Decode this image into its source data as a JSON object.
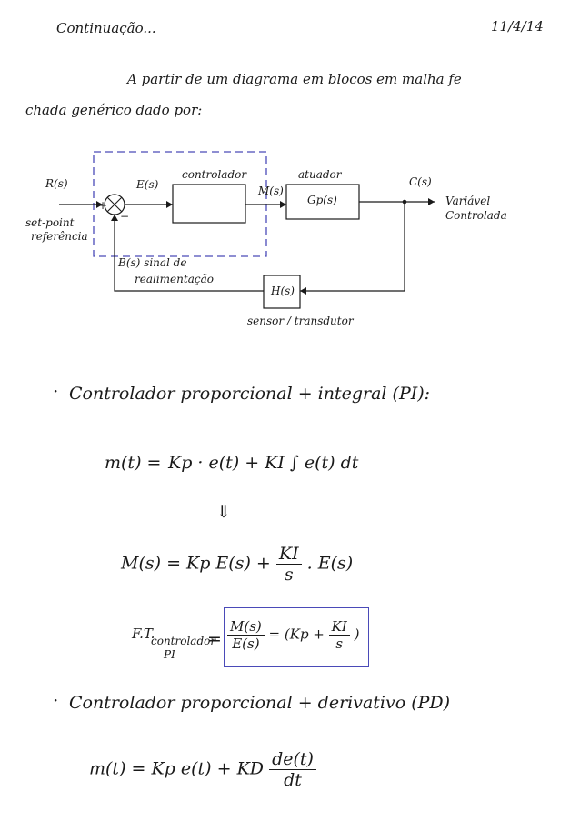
{
  "header": {
    "title": "Continuação...",
    "date": "11/4/14"
  },
  "intro": {
    "line1": "A partir de um diagrama em blocos em malha fe",
    "line2": "chada genérico dado por:"
  },
  "diagram": {
    "input": "R(s)",
    "setpoint_line1": "set-point",
    "setpoint_line2": "referência",
    "error": "E(s)",
    "controller": "controlador",
    "manipulated": "M(s)",
    "actuator": "atuador",
    "plant": "Gp(s)",
    "output": "C(s)",
    "controlled_line1": "Variável",
    "controlled_line2": "Controlada",
    "feedback_signal": "B(s) sinal de",
    "feedback_signal2": "realimentação",
    "sensor": "H(s)",
    "sensor_label": "sensor / transdutor",
    "plus": "+",
    "minus": "−"
  },
  "section_pi": {
    "title": "Controlador proporcional + integral (PI):",
    "eq1_lhs": "m(t) =",
    "eq1_rhs": "Kp · e(t) + KI ∫ e(t) dt",
    "implies": "⇓",
    "eq2_lhs": "M(s) = Kp E(s) +",
    "eq2_num": "KI",
    "eq2_den": "s",
    "eq2_tail": ". E(s)",
    "ft_label": "F.T.",
    "ft_sub_line1": "controlador",
    "ft_sub_line2": "PI",
    "ft_eq": "=",
    "ft_num": "M(s)",
    "ft_den": "E(s)",
    "ft_mid": "= (Kp +",
    "ft_ki": "KI",
    "ft_s": "s",
    "ft_close": ")"
  },
  "section_pd": {
    "title": "Controlador proporcional + derivativo (PD)",
    "eq_lhs": "m(t) = Kp e(t) + KD",
    "eq_num": "de(t)",
    "eq_den": "dt"
  },
  "colors": {
    "ink": "#1a1a1a",
    "dashed_box": "#4a4ab8",
    "ft_box": "#4a4ab8"
  }
}
